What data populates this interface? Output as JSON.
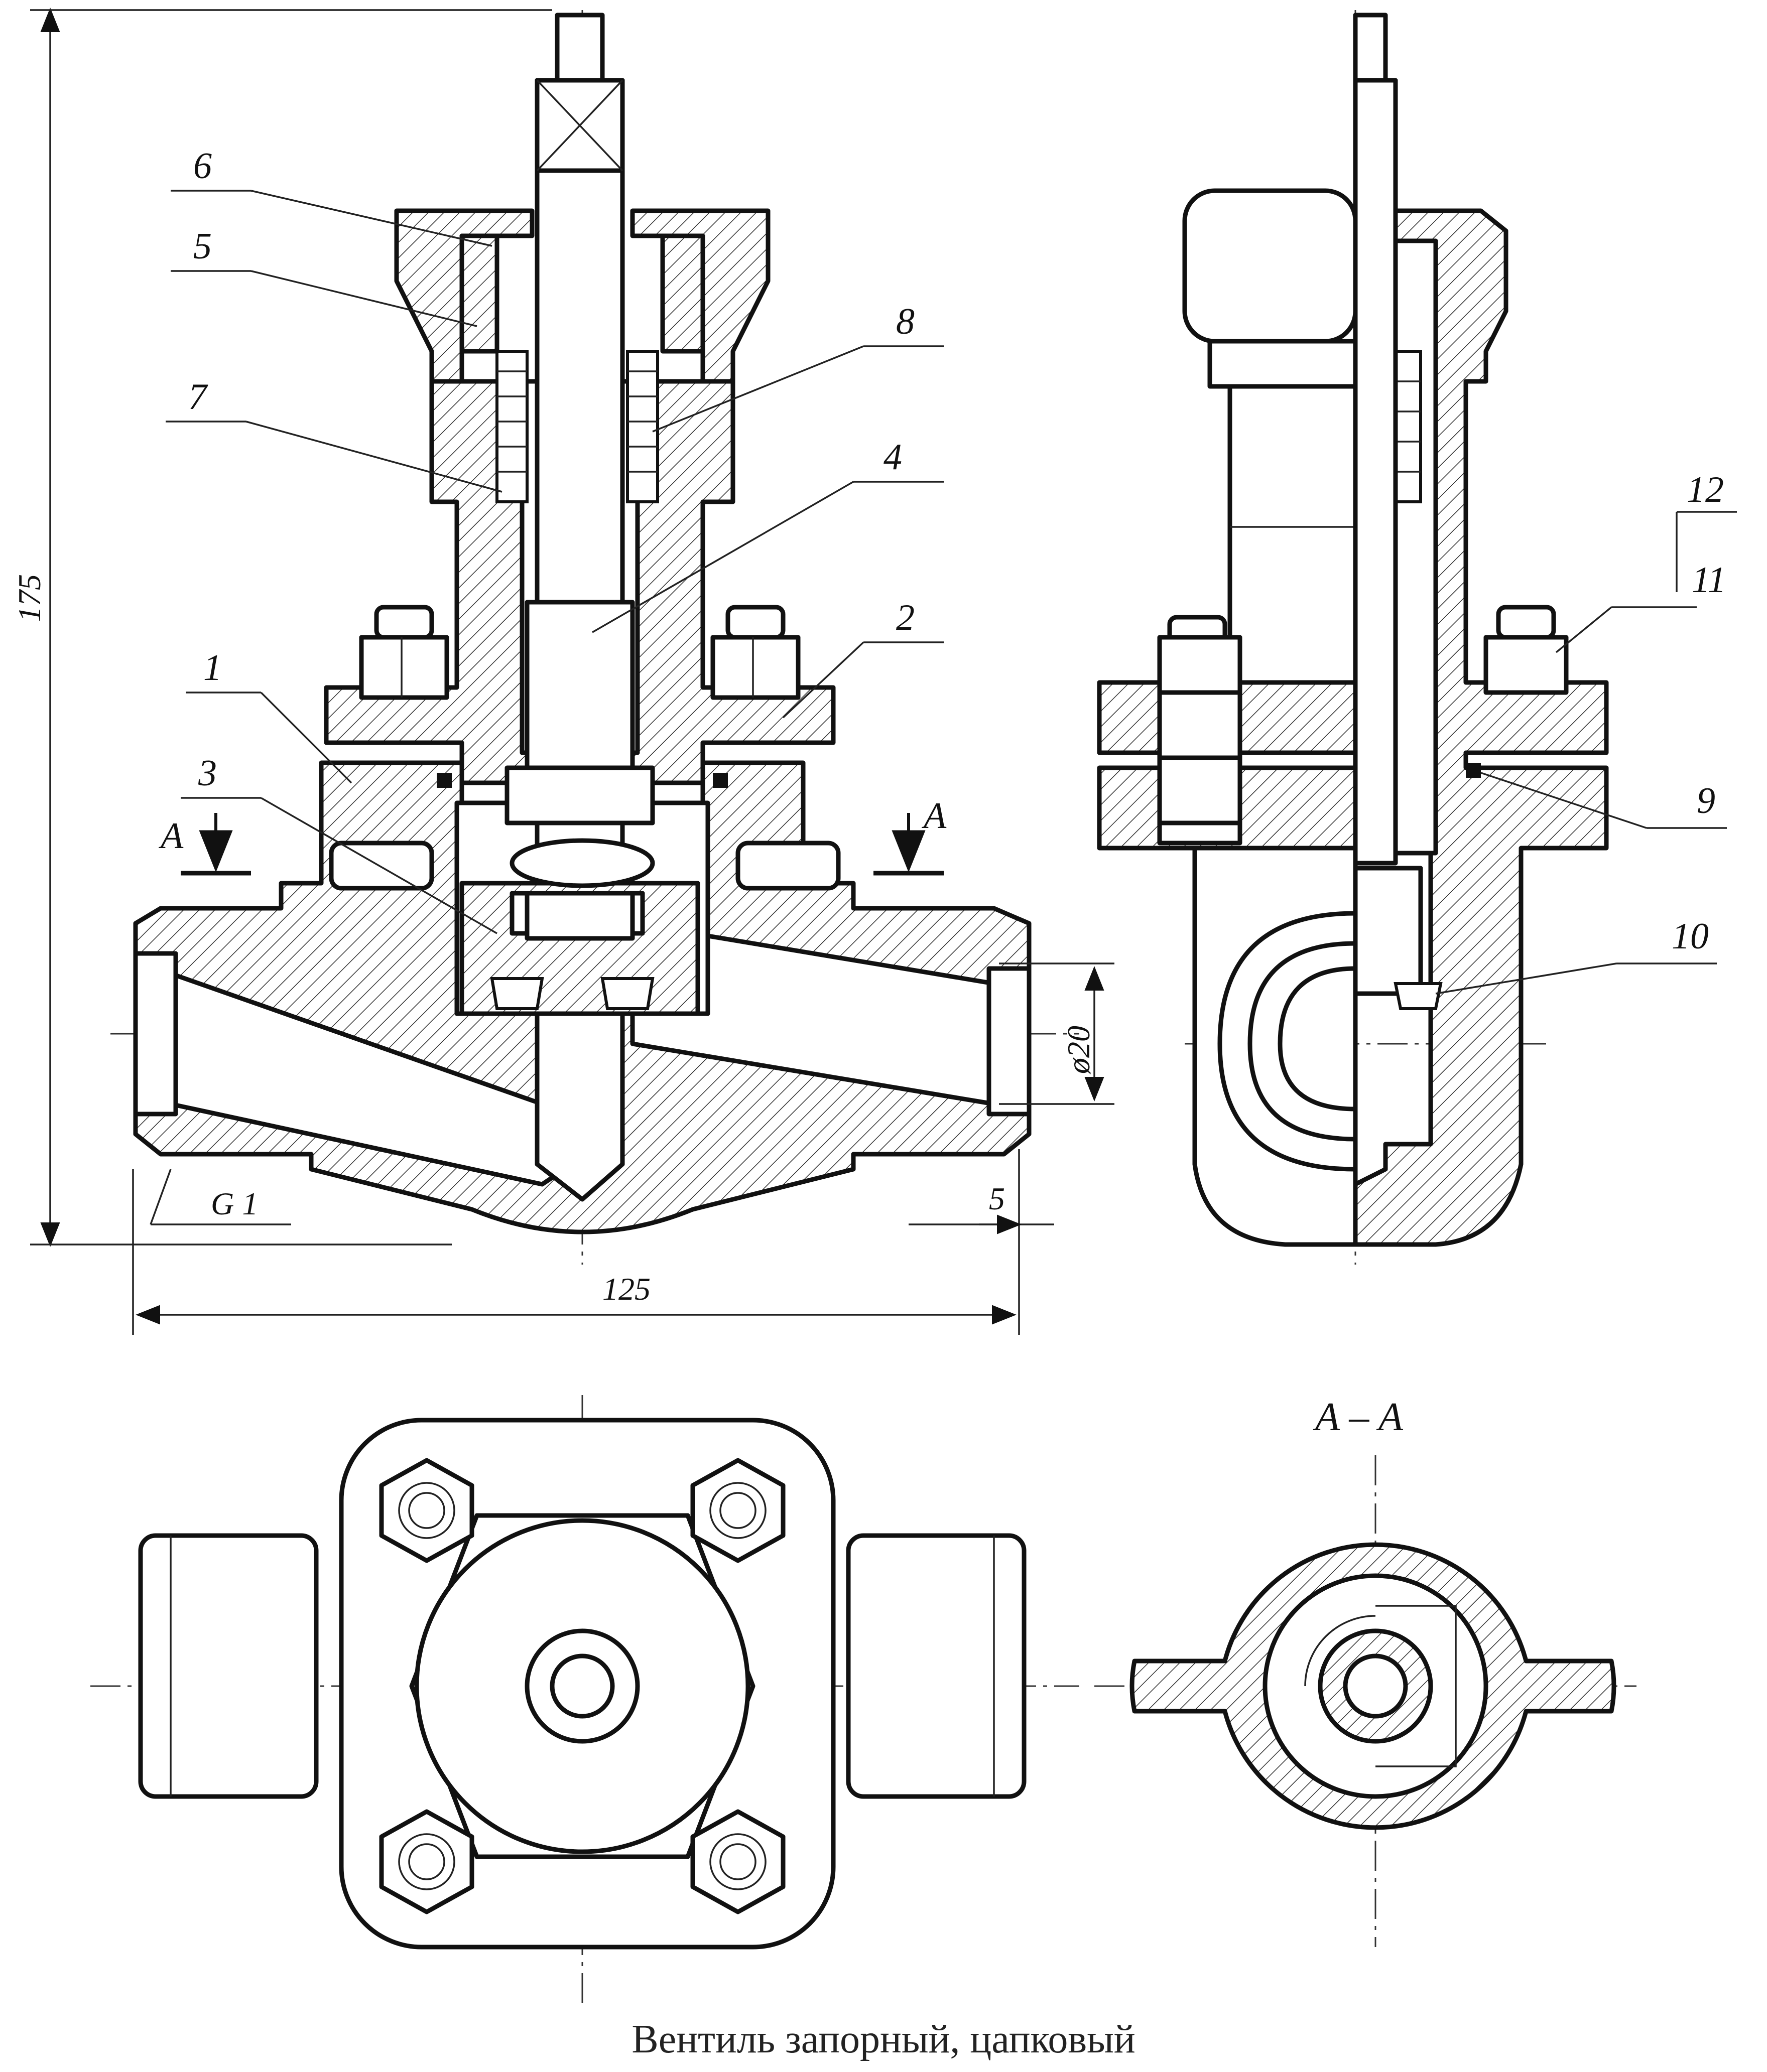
{
  "drawing": {
    "caption": "Вентиль запорный, цапковый",
    "section_label": "A – A",
    "cut_mark_left": "A",
    "cut_mark_right": "A"
  },
  "callouts": [
    {
      "id": "c6",
      "text": "6"
    },
    {
      "id": "c5",
      "text": "5"
    },
    {
      "id": "c8",
      "text": "8"
    },
    {
      "id": "c7",
      "text": "7"
    },
    {
      "id": "c4",
      "text": "4"
    },
    {
      "id": "c2",
      "text": "2"
    },
    {
      "id": "c1",
      "text": "1"
    },
    {
      "id": "c3",
      "text": "3"
    },
    {
      "id": "c12",
      "text": "12"
    },
    {
      "id": "c11",
      "text": "11"
    },
    {
      "id": "c9",
      "text": "9"
    },
    {
      "id": "c10",
      "text": "10"
    }
  ],
  "dimensions": {
    "height": "175",
    "length": "125",
    "bore": "ø20",
    "thread": "G 1",
    "offset": "5"
  }
}
